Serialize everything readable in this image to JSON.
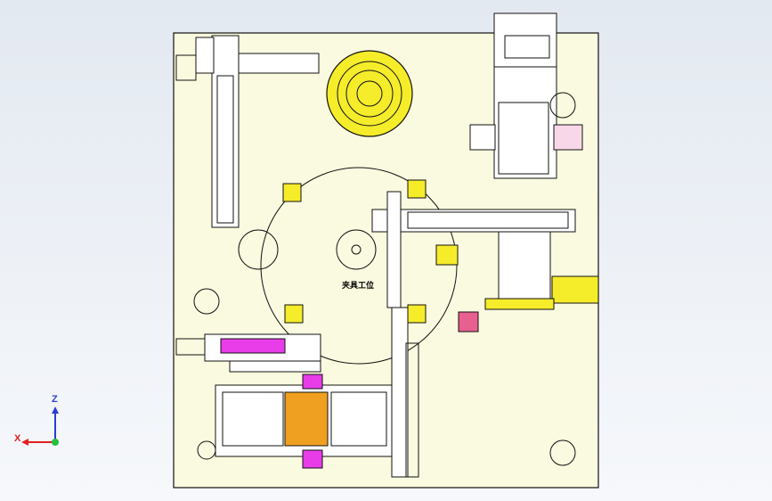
{
  "drawing": {
    "station_label": "夹具工位"
  },
  "triad": {
    "x_label": "X",
    "z_label": "Z",
    "x_color": "#e02020",
    "z_color": "#2a3fd0",
    "origin_color": "#22c03a"
  },
  "colors": {
    "background_top": "#e3e9f1",
    "background_bottom": "#f6f8fb",
    "plate": "#fafae0",
    "line": "#111111",
    "accent_yellow": "#f5ec2a",
    "accent_magenta": "#e83ce8",
    "accent_pink": "#e86090",
    "accent_orange": "#f0a020"
  }
}
